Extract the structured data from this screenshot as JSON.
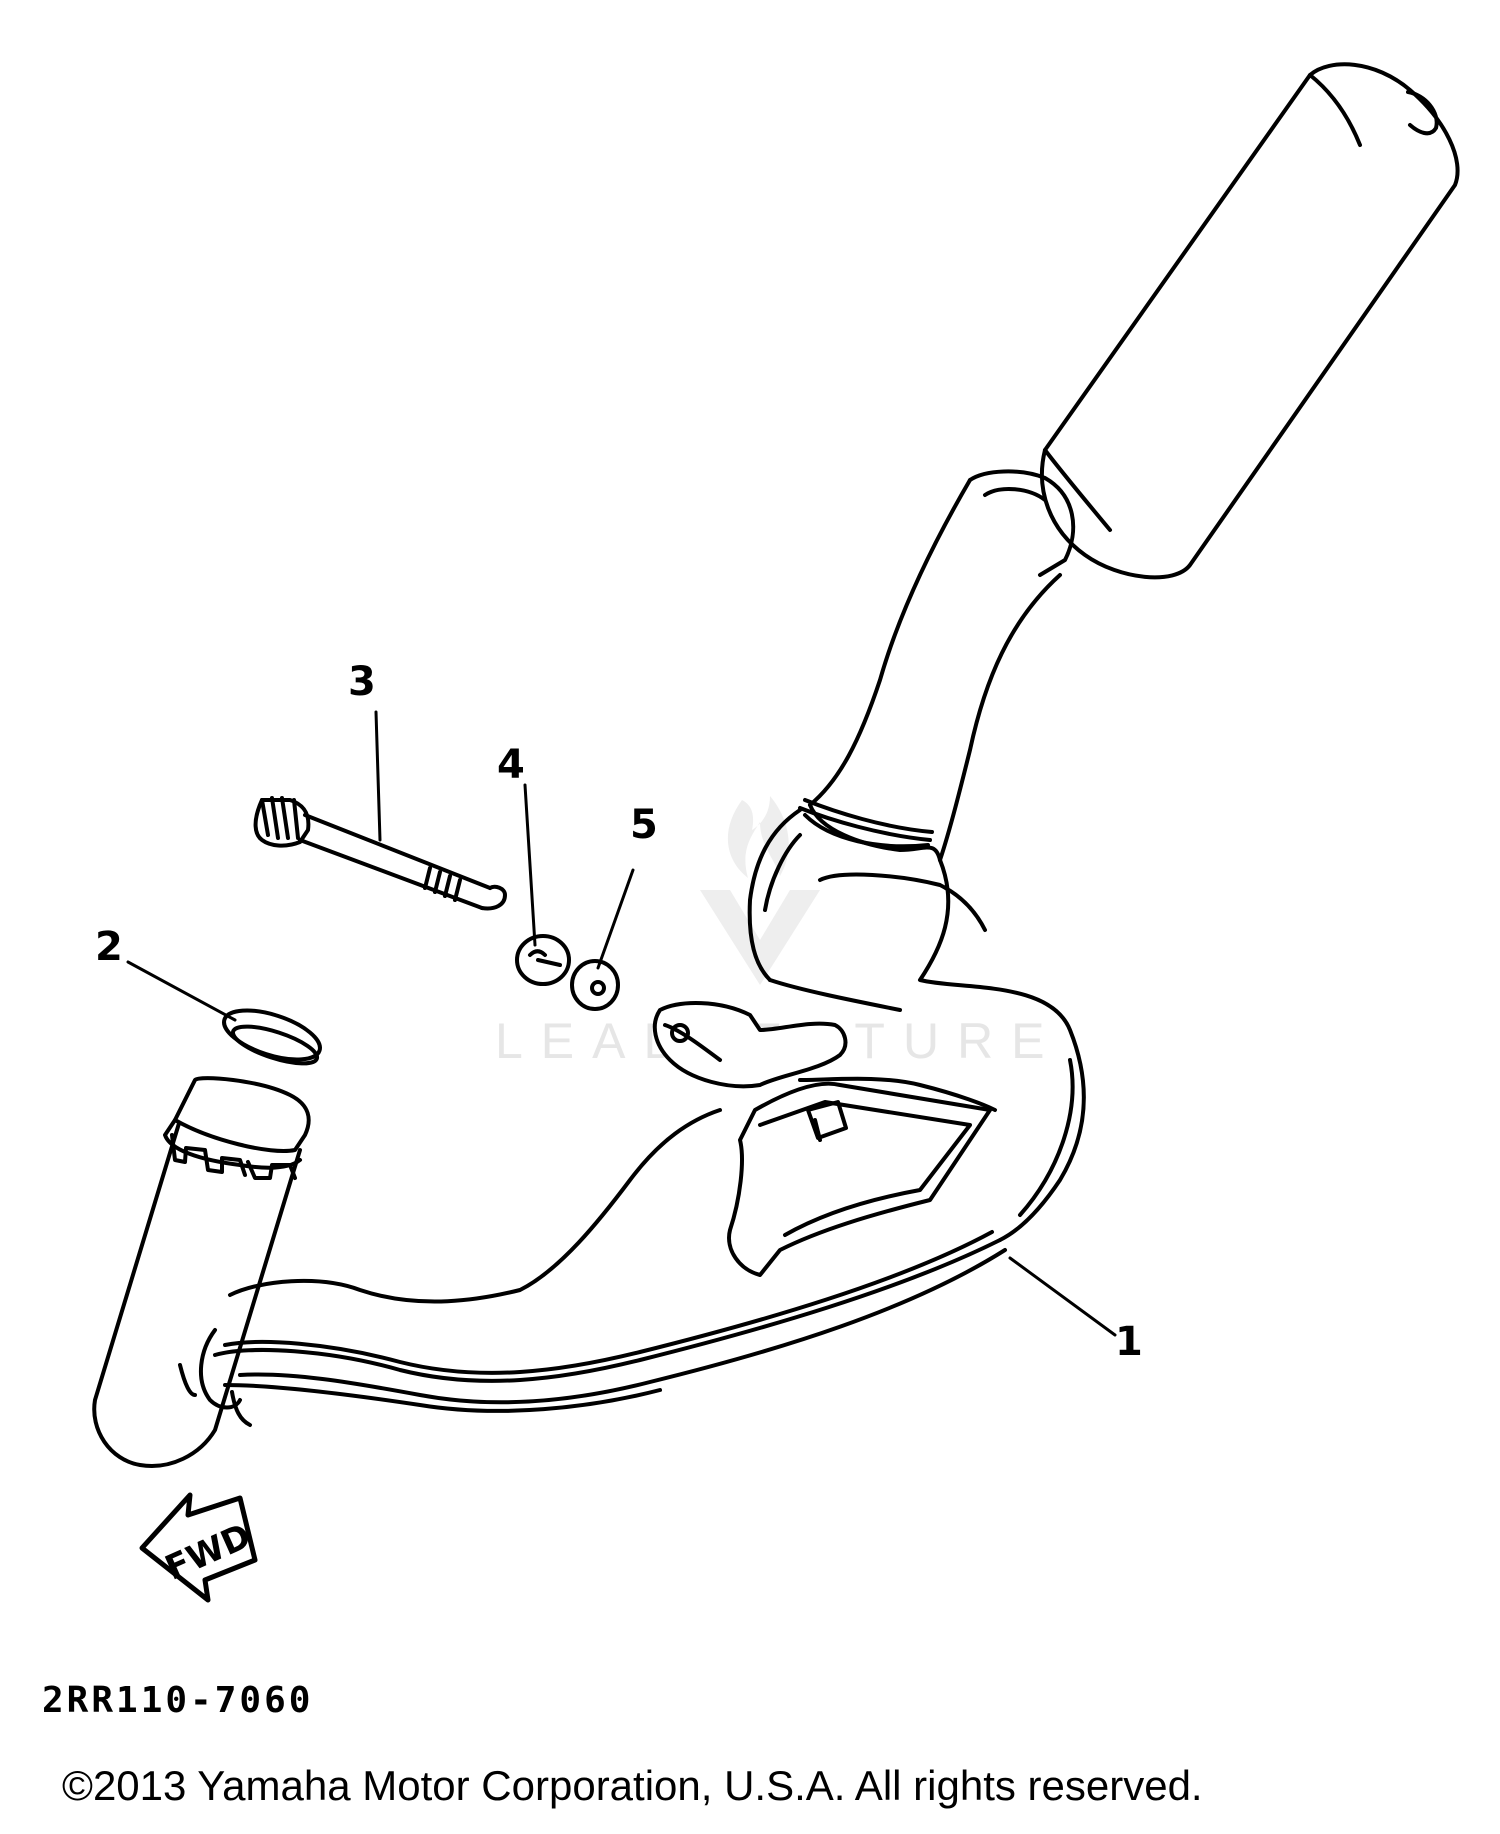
{
  "diagram": {
    "callouts": [
      "1",
      "2",
      "3",
      "4",
      "5"
    ],
    "fwd_label": "FWD",
    "part_code": "2RR110-7060",
    "watermark": "LEADVENTURE",
    "copyright": "©2013 Yamaha Motor Corporation, U.S.A. All rights reserved."
  }
}
